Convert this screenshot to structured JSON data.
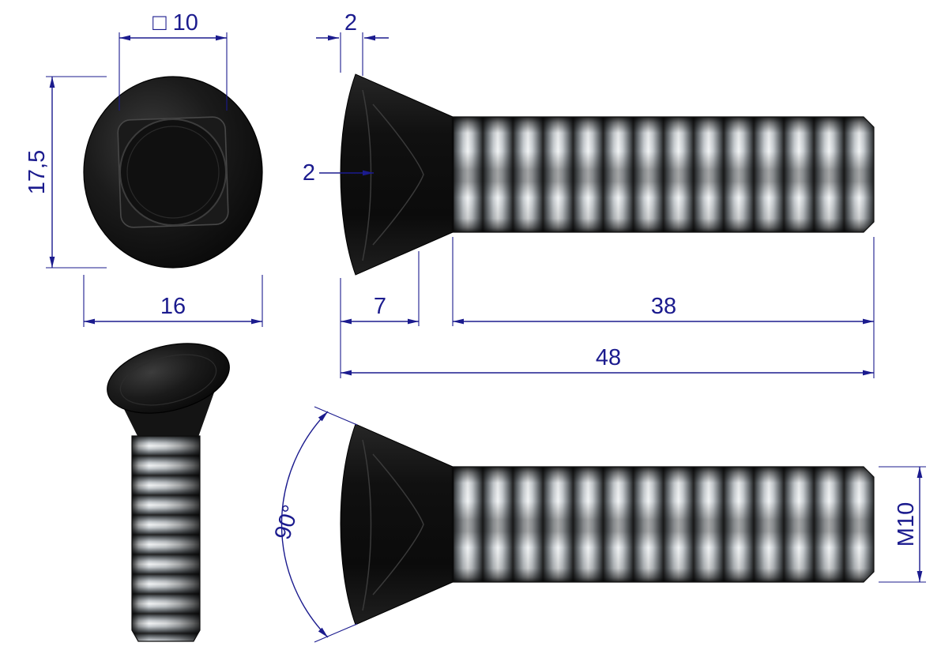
{
  "drawing": {
    "background": "#ffffff",
    "dimension_color": "#1b1b8e",
    "part_color": "#111111",
    "thread_highlight": "#f1f3f4",
    "front_view": {
      "square_width": "□ 10",
      "head_height": "17,5",
      "head_width": "16"
    },
    "side_view": {
      "head_flat": "2",
      "head_edge": "2",
      "neck_length": "7",
      "thread_length": "38",
      "total_length": "48"
    },
    "detail_view": {
      "countersink_angle": "90°",
      "thread_designation": "M10"
    }
  }
}
